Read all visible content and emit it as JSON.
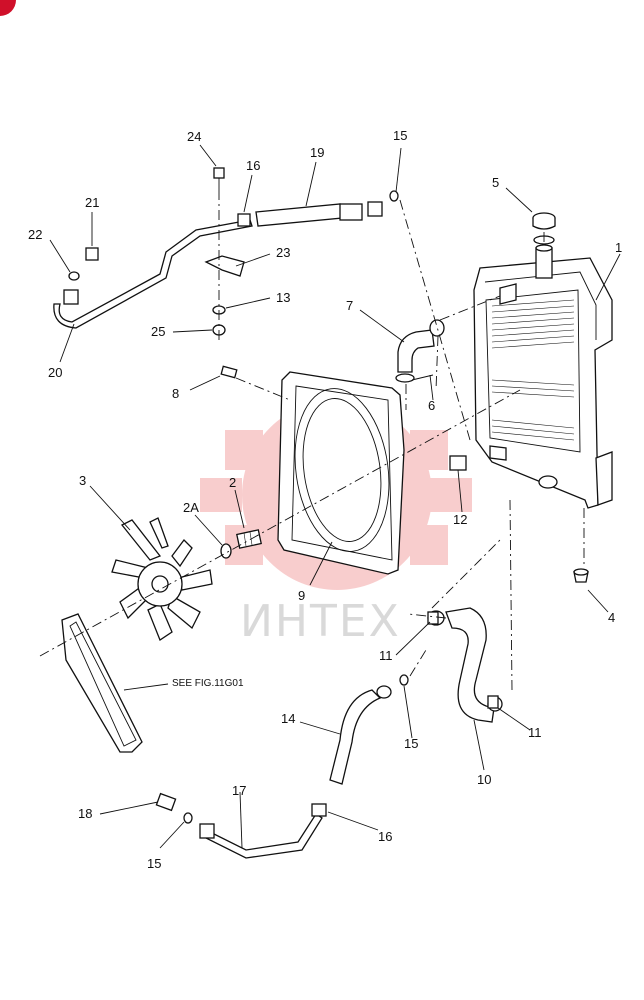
{
  "watermark": {
    "text": "ИНТЕХ",
    "gear_color": "#f4a6a6"
  },
  "corner_badge_color": "#d0102a",
  "callouts": [
    "1",
    "2",
    "2A",
    "3",
    "4",
    "5",
    "6",
    "7",
    "8",
    "9",
    "10",
    "11",
    "11",
    "12",
    "13",
    "14",
    "15",
    "15",
    "15",
    "16",
    "16",
    "17",
    "18",
    "19",
    "20",
    "21",
    "22",
    "23",
    "24",
    "25"
  ],
  "see_fig_note": "SEE FIG.11G01"
}
